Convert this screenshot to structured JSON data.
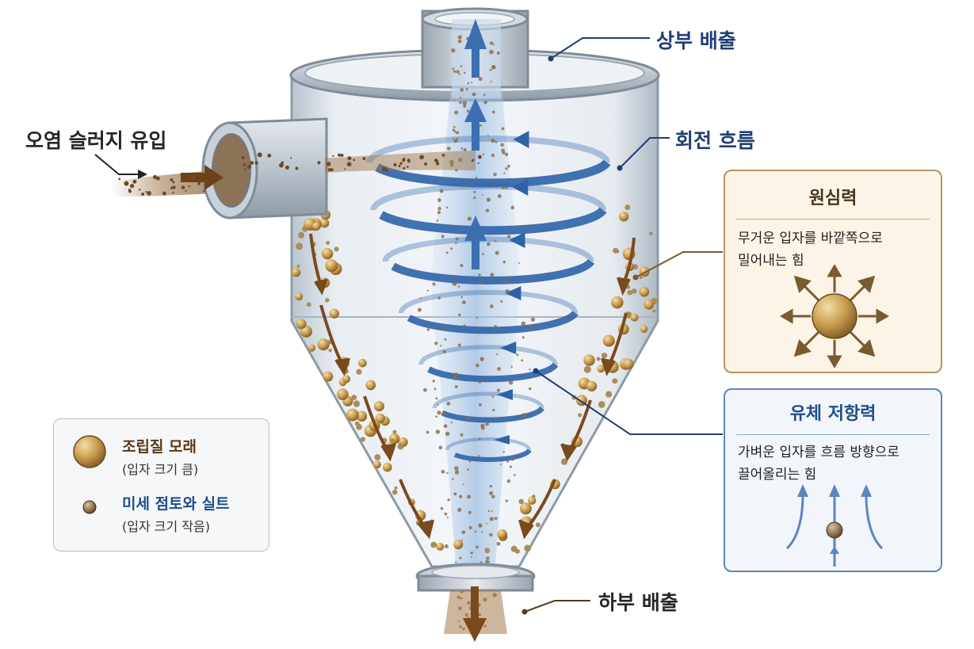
{
  "labels": {
    "top_outlet": "상부 배출",
    "rotation_flow": "회전 흐름",
    "inlet": "오염 슬러지 유입",
    "bottom_outlet": "하부 배출"
  },
  "centrifugal_box": {
    "title": "원심력",
    "desc_line1": "무거운 입자를 바깥쪽으로",
    "desc_line2": "밀어내는 힘",
    "color": "#7a5a2e"
  },
  "drag_box": {
    "title": "유체 저항력",
    "desc_line1": "가벼운 입자를 흐름 방향으로",
    "desc_line2": "끌어올리는 힘",
    "color": "#1f4e8c"
  },
  "legend": {
    "coarse_name": "조립질 모래",
    "coarse_size": "(입자 크기 큼)",
    "fine_name": "미세 점토와 실트",
    "fine_size": "(입자 크기 작음)"
  },
  "colors": {
    "flow_blue": "#2f63a8",
    "sand_brown": "#7a4a1f",
    "label_blue": "#1f3f73"
  },
  "icons": [
    "sand-particle-icon",
    "fine-particle-icon",
    "flow-arrow-icon",
    "force-arrow-icon"
  ]
}
